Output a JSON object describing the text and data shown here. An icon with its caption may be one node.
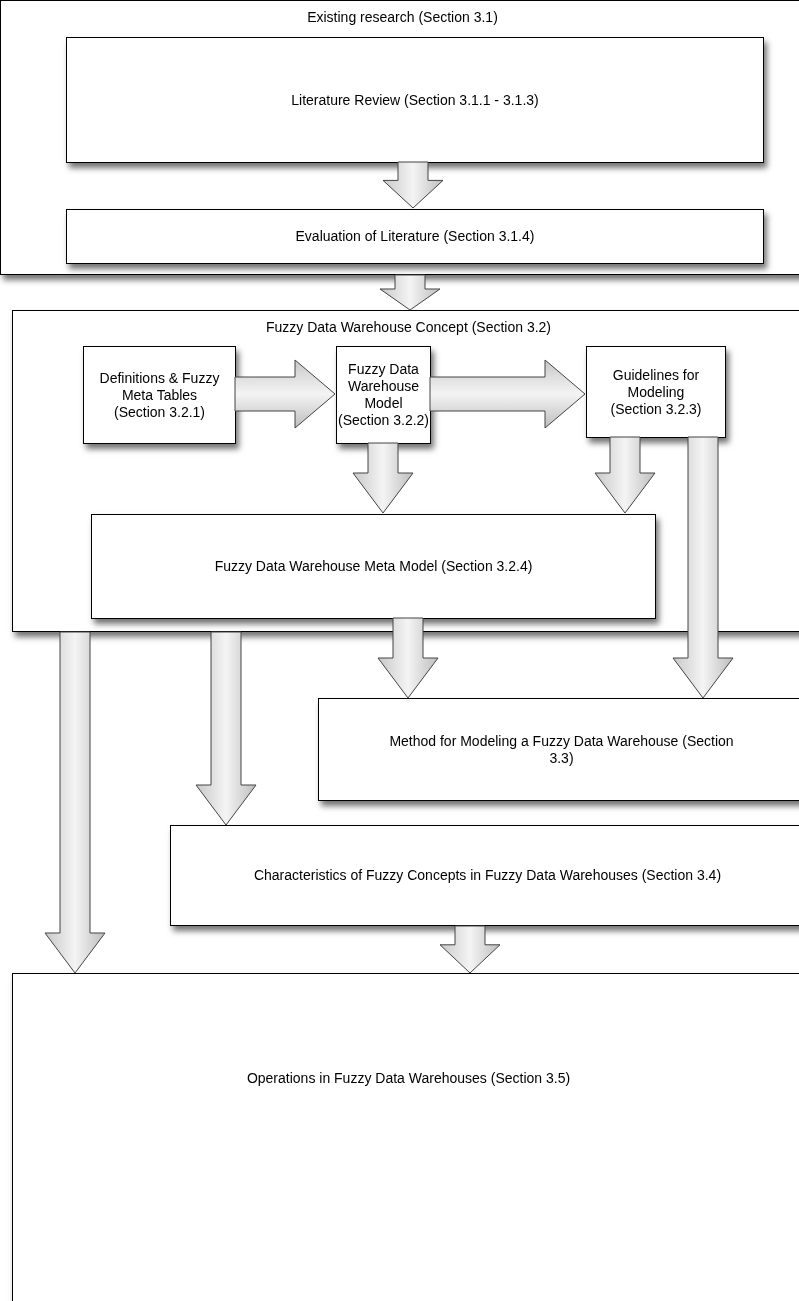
{
  "diagram": {
    "nodes": [
      {
        "text": [
          "Existing research (Section 3.1)"
        ]
      },
      {
        "text": [
          "Literature Review (Section 3.1.1 - 3.1.3)"
        ],
        "in": 0
      },
      {
        "text": [
          "Evaluation of Literature (Section 3.1.4)"
        ],
        "in": 0
      },
      {
        "text": [
          "Fuzzy Data Warehouse Concept (Section 3.2)"
        ]
      },
      {
        "text": [
          "Definitions & Fuzzy Meta Tables (Section 3.2.1)"
        ],
        "in": 3
      },
      {
        "text": [
          "Fuzzy Data Warehouse Model (Section 3.2.2)"
        ],
        "in": 3
      },
      {
        "text": [
          "Guidelines for Modeling (Section 3.2.3)"
        ],
        "in": 3
      },
      {
        "text": [
          "Fuzzy Data Warehouse Meta Model  (Section 3.2.4)"
        ],
        "in": 3
      },
      {
        "text": [
          "Method for Modeling a Fuzzy Data Warehouse (Section 3.3)"
        ]
      },
      {
        "text": [
          "Characteristics of Fuzzy Concepts in Fuzzy Data Warehouses (Section 3.4)"
        ]
      },
      {
        "text": [
          "Operations in Fuzzy Data Warehouses  (Section 3.5)"
        ]
      }
    ],
    "edges": [
      {
        "from": 1,
        "to": 2,
        "arrow": "to"
      },
      {
        "from": 0,
        "to": 3,
        "arrow": "to"
      },
      {
        "from": 4,
        "to": 5,
        "arrow": "to"
      },
      {
        "from": 5,
        "to": 6,
        "arrow": "to"
      },
      {
        "from": 5,
        "to": 7,
        "arrow": "to"
      },
      {
        "from": 6,
        "to": 7,
        "arrow": "to"
      },
      {
        "from": 6,
        "to": 8,
        "arrow": "to"
      },
      {
        "from": 7,
        "to": 8,
        "arrow": "to"
      },
      {
        "from": 3,
        "to": 10,
        "arrow": "to"
      },
      {
        "from": 3,
        "to": 9,
        "arrow": "to"
      },
      {
        "from": 9,
        "to": 10,
        "arrow": "to"
      }
    ]
  }
}
